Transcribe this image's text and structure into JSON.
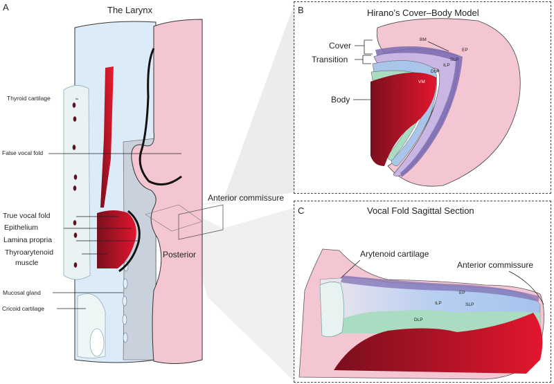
{
  "panel_a": {
    "letter": "A",
    "title": "The Larynx",
    "labels": {
      "thyroid_cartilage": "Thyroid cartilage",
      "false_vocal_fold": "False vocal fold",
      "true_vocal_fold": "True vocal fold",
      "epithelium": "Epithelium",
      "lamina_propria": "Lamina propria",
      "thyroarytenoid_line1": "Thyroarytenoid",
      "thyroarytenoid_line2": "muscle",
      "mucosal_gland": "Mucosal gland",
      "cricoid_cartilage": "Cricoid cartilage",
      "anterior_commissure": "Anterior commissure",
      "posterior": "Posterior"
    }
  },
  "panel_b": {
    "letter": "B",
    "title": "Hirano’s Cover–Body Model",
    "labels": {
      "cover": "Cover",
      "transition": "Transition",
      "body": "Body",
      "bm": "BM",
      "ep": "EP",
      "slp": "SLP",
      "ilp": "ILP",
      "dlp": "DLP",
      "vm": "VM"
    }
  },
  "panel_c": {
    "letter": "C",
    "title": "Vocal Fold Sagittal Section",
    "labels": {
      "arytenoid_cartilage": "Arytenoid cartilage",
      "anterior_commissure": "Anterior commissure",
      "ep": "EP",
      "slp": "SLP",
      "ilp": "ILP",
      "dlp": "DLP"
    }
  },
  "colors": {
    "light_blue": "#dcebf8",
    "pink": "#f4c6d2",
    "muscle_red": "#c8102e",
    "dark_red": "#7a0f1e",
    "purple": "#7a6bb0",
    "lavender": "#c9b6e4",
    "mint": "#a9dcc0",
    "ilp_blue": "#a9c6ea"
  }
}
